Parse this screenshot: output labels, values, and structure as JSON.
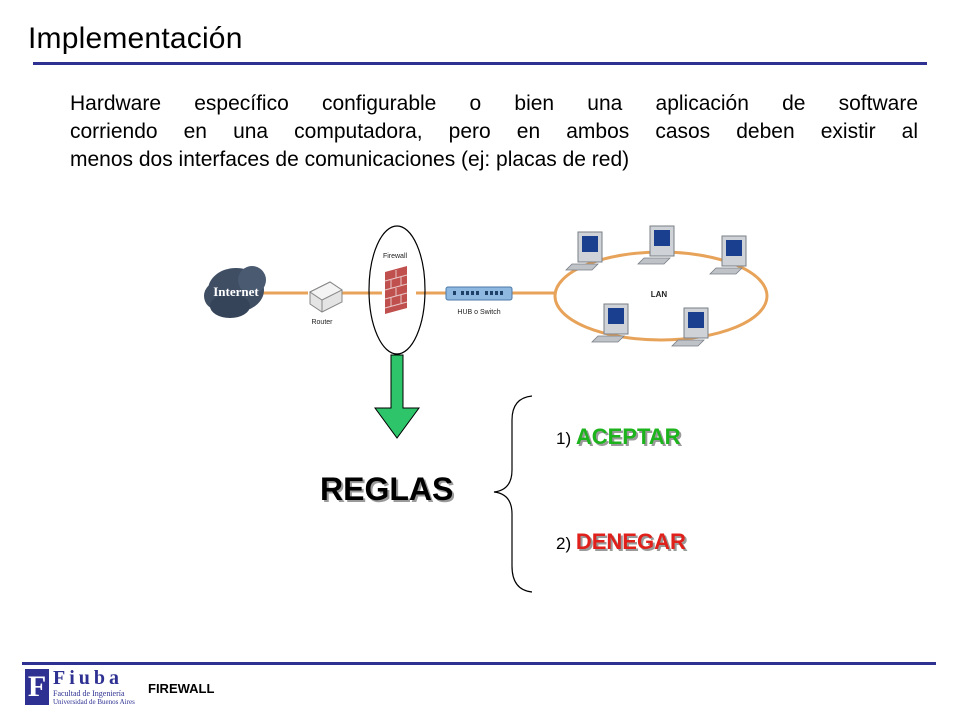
{
  "slide": {
    "title": "Implementación",
    "body_lines": [
      "Hardware específico configurable o bien una aplicación de software",
      "corriendo en  una computadora, pero en ambos casos deben existir al",
      "menos dos interfaces de comunicaciones (ej: placas de red)"
    ]
  },
  "diagram": {
    "internet_label": "Internet",
    "router_label": "Router",
    "firewall_label": "Firewall",
    "hub_label": "HUB o Switch",
    "lan_label": "LAN",
    "reglas_label": "REGLAS",
    "rules": [
      {
        "number": "1)",
        "word": "ACEPTAR",
        "color": "#1db31d"
      },
      {
        "number": "2)",
        "word": "DENEGAR",
        "color": "#e0201a"
      }
    ],
    "arrow_color": "#2dc46a",
    "link_color": "#e8a35a"
  },
  "footer": {
    "label": "FIREWALL",
    "logo_name": "Fiuba",
    "logo_sub1": "Facultad de Ingeniería",
    "logo_sub2": "Universidad de Buenos Aires",
    "rule_color": "#2e3192"
  }
}
